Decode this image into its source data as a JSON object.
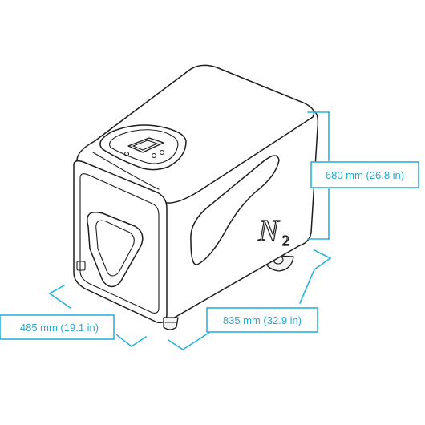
{
  "dimensions": {
    "height": {
      "label": "680 mm (26.8 in)"
    },
    "width": {
      "label": "485 mm (19.1 in)"
    },
    "depth": {
      "label": "835 mm (32.9 in)"
    }
  },
  "product": {
    "logo_letter": "N",
    "logo_subscript": "2"
  },
  "colors": {
    "dimension_accent": "#2bb3dc",
    "outline": "#1d1d1d",
    "background": "#ffffff"
  }
}
